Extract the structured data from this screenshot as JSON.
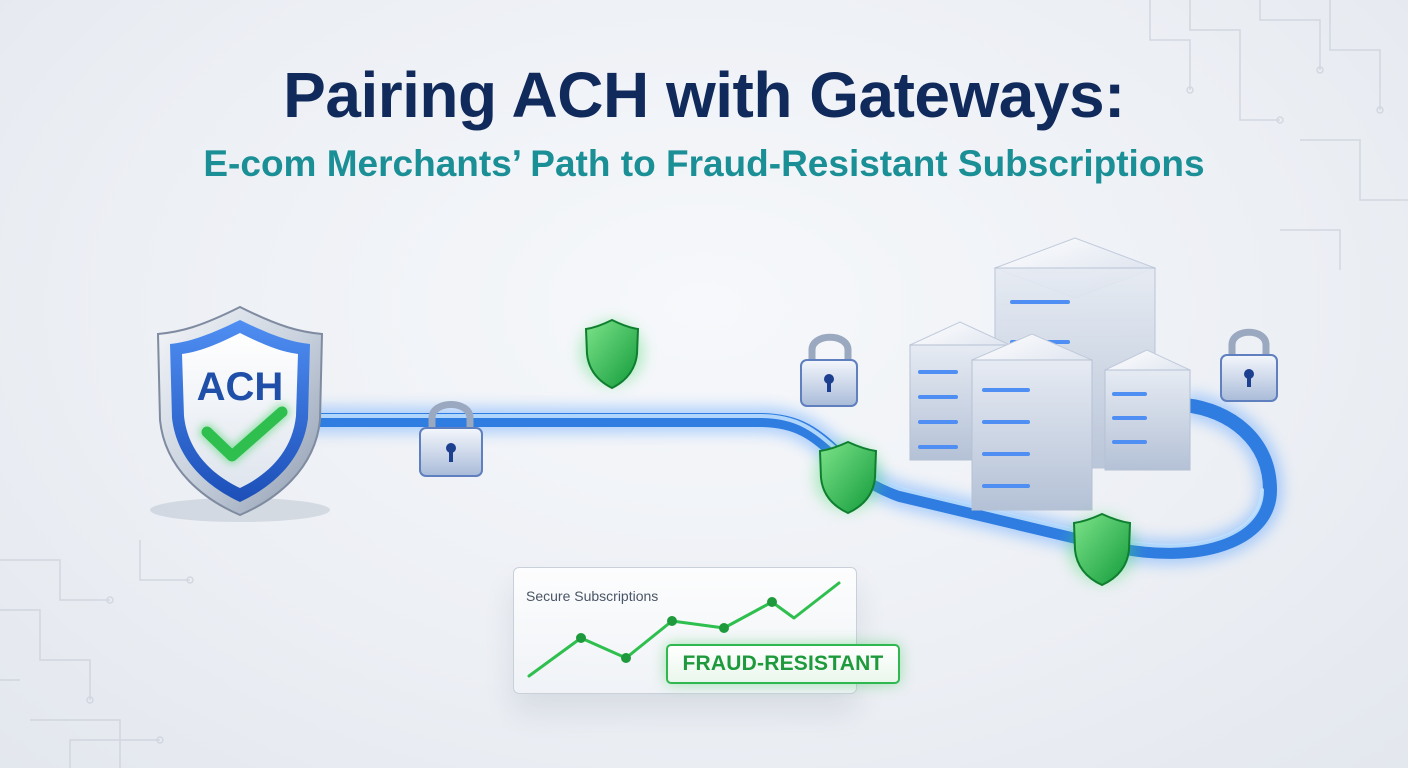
{
  "header": {
    "title": "Pairing ACH with Gateways:",
    "subtitle": "E-com Merchants’ Path to Fraud-Resistant Subscriptions"
  },
  "shield": {
    "label": "ACH"
  },
  "chart": {
    "label": "Secure Subscriptions"
  },
  "badge": {
    "label": "FRAUD-RESISTANT"
  },
  "colors": {
    "title": "#112a5c",
    "subtitle": "#1a8f96",
    "accent_blue": "#2f7de1",
    "accent_green": "#2fb84f"
  },
  "icons": [
    "shield-icon",
    "check-icon",
    "lock-icon",
    "server-icon",
    "trend-line-icon"
  ]
}
